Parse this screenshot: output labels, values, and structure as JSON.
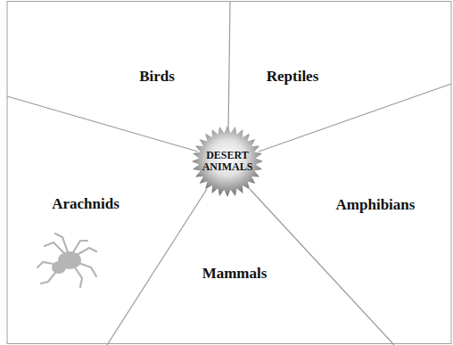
{
  "diagram": {
    "nodes": [
      {
        "text": [
          "DESERT ANIMALS"
        ]
      }
    ],
    "labels": [
      "Birds",
      "Reptiles",
      "Arachnids",
      "Amphibians",
      "Mammals"
    ]
  }
}
